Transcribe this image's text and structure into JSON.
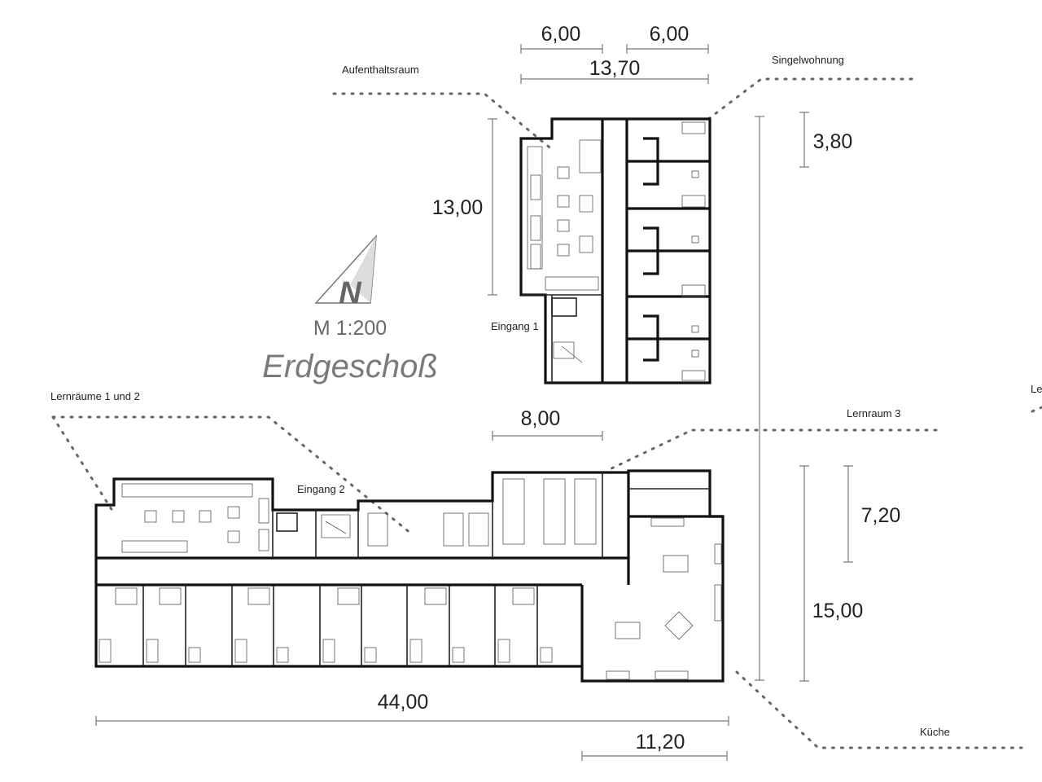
{
  "title": "Erdgeschoß",
  "scale": "M 1:200",
  "north_symbol": "N",
  "labels": {
    "aufenthaltsraum": "Aufenthaltsraum",
    "singelwohnung": "Singelwohnung",
    "eingang1": "Eingang 1",
    "eingang2": "Eingang 2",
    "lernraeume12": "Lernräume 1 und 2",
    "lernraum3": "Lernraum 3",
    "kueche": "Küche",
    "cut_edge": "Le"
  },
  "dimensions": {
    "d_6_left": "6,00",
    "d_6_right": "6,00",
    "d_13_70": "13,70",
    "d_13_00": "13,00",
    "d_3_80": "3,80",
    "d_8_00": "8,00",
    "d_7_20": "7,20",
    "d_15_00": "15,00",
    "d_44_00": "44,00",
    "d_11_20": "11,20"
  }
}
